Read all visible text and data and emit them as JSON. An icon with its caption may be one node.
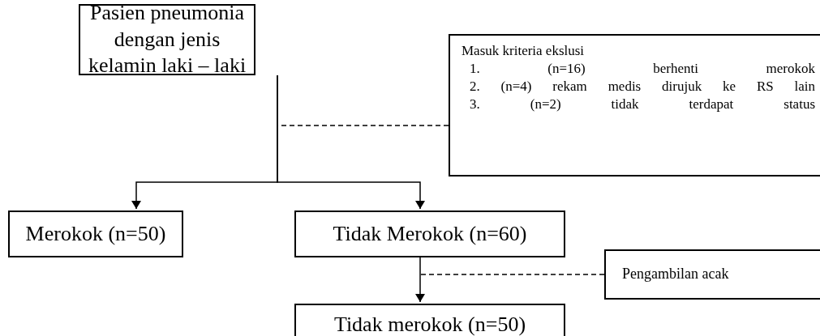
{
  "diagram": {
    "nodes": [
      {
        "text": [
          "Pasien pneumonia dengan jenis kelamin laki – laki"
        ]
      },
      {
        "text": [
          "Masuk kriteria ekslusi",
          "1. (n=16) berhenti merokok",
          "2. (n=4) rekam medis dirujuk ke RS lain",
          "3. (n=2) tidak terdapat status"
        ]
      },
      {
        "text": [
          "Merokok (n=50)"
        ]
      },
      {
        "text": [
          "Tidak Merokok (n=60)"
        ]
      },
      {
        "text": [
          "Pengambilan acak"
        ]
      },
      {
        "text": [
          "Tidak merokok (n=50)"
        ]
      }
    ],
    "edges": [
      {
        "from": 0,
        "to": 2,
        "arrow": "to"
      },
      {
        "from": 0,
        "to": 3,
        "arrow": "to"
      },
      {
        "from": 1,
        "to": null,
        "arrow": "none",
        "style": "dashed"
      },
      {
        "from": 3,
        "to": 5,
        "arrow": "to"
      },
      {
        "from": 4,
        "to": null,
        "arrow": "none",
        "style": "dashed"
      }
    ]
  }
}
